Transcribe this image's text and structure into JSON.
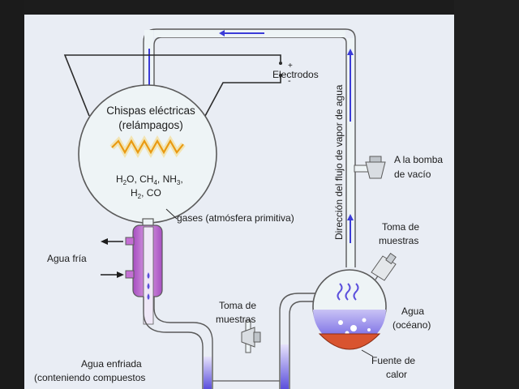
{
  "labels": {
    "sparks_line1": "Chispas eléctricas",
    "sparks_line2": "(relámpagos)",
    "formula_line1": [
      "H",
      "2",
      "O, CH",
      "4",
      ", NH",
      "3",
      ","
    ],
    "formula_line2": [
      "H",
      "2",
      ", CO"
    ],
    "gases": "gases (atmósfera primitiva)",
    "electrodes": "Electrodos",
    "plus": "+",
    "minus": "-",
    "vapor_direction": "Dirección del flujo de vapor de agua",
    "vacuum_line1": "A la bomba",
    "vacuum_line2": "de vacío",
    "sample_right_line1": "Toma de",
    "sample_right_line2": "muestras",
    "cold_water": "Agua fría",
    "sample_center_line1": "Toma de",
    "sample_center_line2": "muestras",
    "ocean_line1": "Agua",
    "ocean_line2": "(océano)",
    "heat_line1": "Fuente de",
    "heat_line2": "calor",
    "cooled_line1": "Agua enfriada",
    "cooled_line2": "(conteniendo compuestos"
  },
  "colors": {
    "screen_bg": "#e9edf4",
    "glass": "#eef4f6",
    "glass_outline": "#5a5a5a",
    "flow_arrow": "#3b3bd8",
    "liquid": "#7b6fe6",
    "condenser": "#c46fd4",
    "spark": "#e99a12",
    "heat_source": "#d9542f"
  }
}
